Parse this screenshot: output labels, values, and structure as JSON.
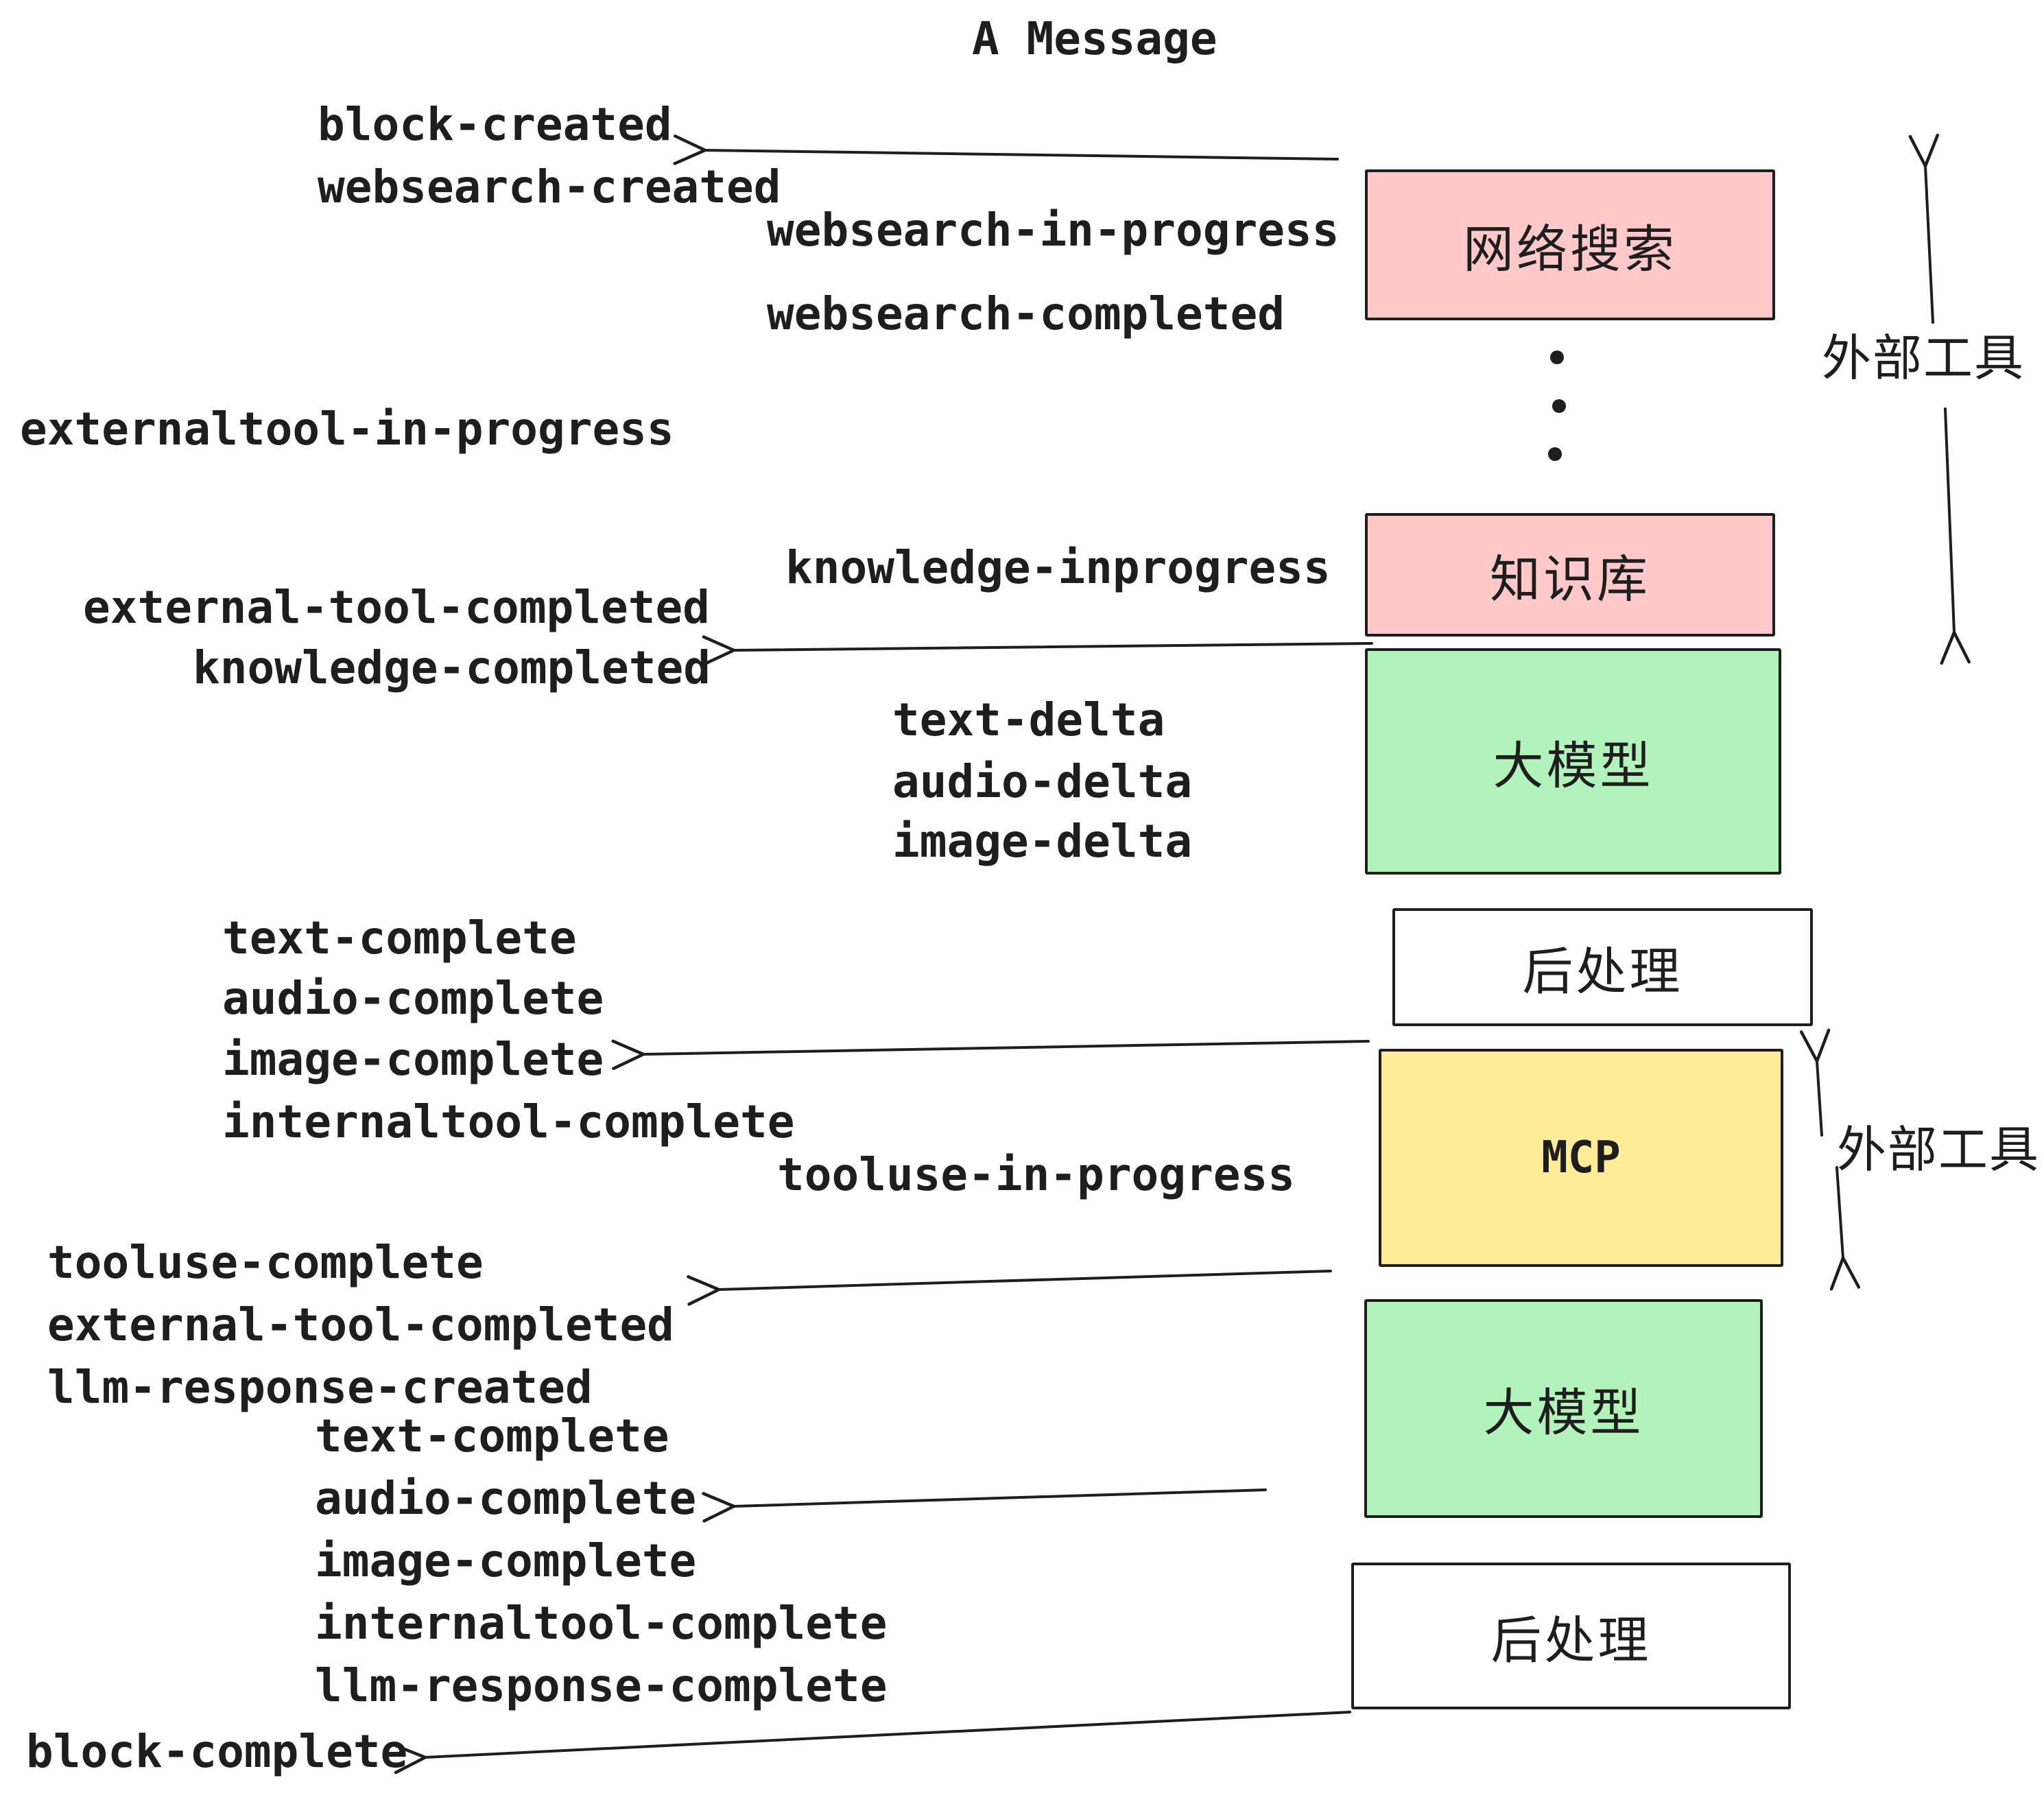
{
  "title": "A Message",
  "palette": {
    "box_pink": "#ffc9c9",
    "box_green": "#b2f2bb",
    "box_yellow": "#ffec99",
    "box_white": "#ffffff",
    "ink": "#1e1e1e",
    "background": "#ffffff"
  },
  "events": [
    {
      "text": "block-created"
    },
    {
      "text": "websearch-created"
    },
    {
      "text": "websearch-in-progress"
    },
    {
      "text": "websearch-completed"
    },
    {
      "text": "externaltool-in-progress"
    },
    {
      "text": "knowledge-inprogress"
    },
    {
      "text": "external-tool-completed"
    },
    {
      "text": "knowledge-completed"
    },
    {
      "text": "text-delta"
    },
    {
      "text": "audio-delta"
    },
    {
      "text": "image-delta"
    },
    {
      "text": "text-complete"
    },
    {
      "text": "audio-complete"
    },
    {
      "text": "image-complete"
    },
    {
      "text": "internaltool-complete"
    },
    {
      "text": "tooluse-in-progress"
    },
    {
      "text": "tooluse-complete"
    },
    {
      "text": "external-tool-completed"
    },
    {
      "text": "llm-response-created"
    },
    {
      "text": "text-complete"
    },
    {
      "text": "audio-complete"
    },
    {
      "text": "image-complete"
    },
    {
      "text": "internaltool-complete"
    },
    {
      "text": "llm-response-complete"
    },
    {
      "text": "block-complete"
    }
  ],
  "boxes": [
    {
      "label": "网络搜索",
      "fill": "#ffc9c9"
    },
    {
      "label": "知识库",
      "fill": "#ffc9c9"
    },
    {
      "label": "大模型",
      "fill": "#b2f2bb"
    },
    {
      "label": "后处理",
      "fill": "#ffffff"
    },
    {
      "label": "MCP",
      "fill": "#ffec99"
    },
    {
      "label": "大模型",
      "fill": "#b2f2bb"
    },
    {
      "label": "后处理",
      "fill": "#ffffff"
    }
  ],
  "side_labels": [
    {
      "text": "外部工具"
    },
    {
      "text": "外部工具"
    }
  ]
}
